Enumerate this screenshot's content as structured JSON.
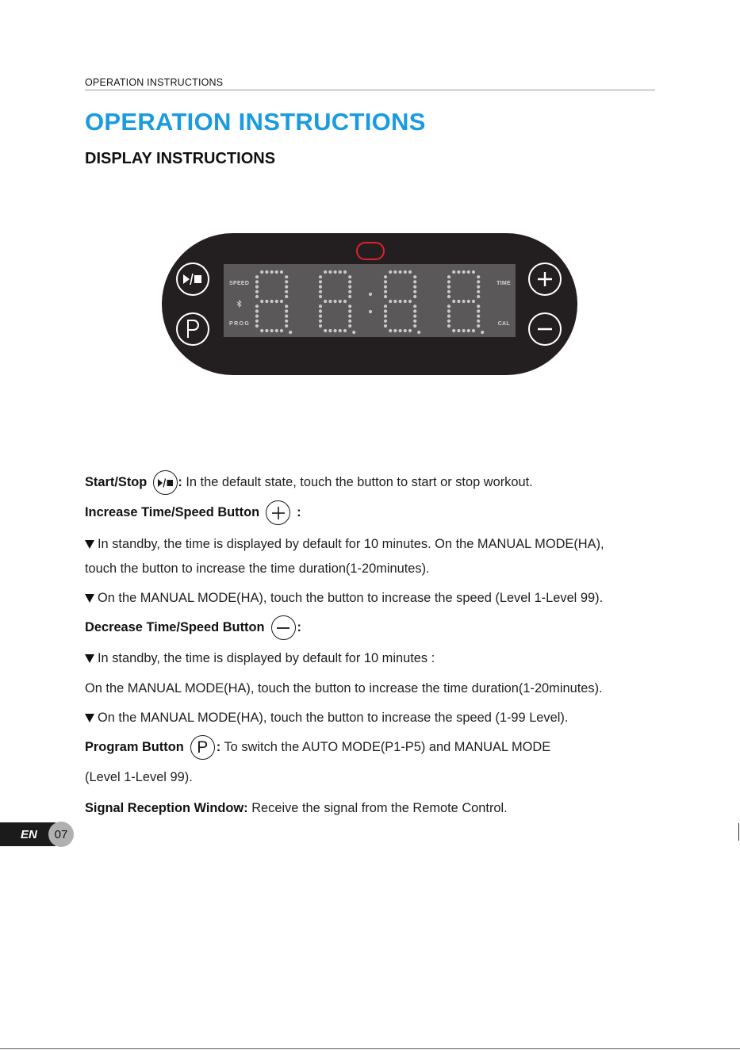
{
  "header": {
    "running_title": "OPERATION INSTRUCTIONS"
  },
  "title": "OPERATION INSTRUCTIONS",
  "subtitle": "DISPLAY INSTRUCTIONS",
  "panel": {
    "lcd_labels": {
      "speed": "SPEED",
      "prog": "PROG",
      "time": "TIME",
      "cal": "CAL"
    },
    "colors": {
      "panel_bg": "#231f20",
      "lcd_bg": "#5b5859",
      "signal_ring": "#e0202a",
      "title_blue": "#1a9be0"
    },
    "icons": {
      "start_stop": "play-stop-icon",
      "program": "p-letter-icon",
      "increase": "plus-icon",
      "decrease": "minus-icon",
      "bluetooth": "bluetooth-icon"
    },
    "program_glyph": "P"
  },
  "instructions": {
    "start_stop_label": "Start/Stop",
    "start_stop_colon": " :",
    "start_stop_text": " In the default state, touch the button to start or stop workout.",
    "increase_label": "Increase Time/Speed Button",
    "increase_colon": ":",
    "increase_line1": "In standby, the time is displayed by default for 10 minutes. On the MANUAL MODE(HA),",
    "increase_line2": "touch the button to increase the time duration(1-20minutes).",
    "increase_line3": "On the MANUAL MODE(HA), touch the button to increase the speed (Level 1-Level 99).",
    "decrease_label": "Decrease Time/Speed Button",
    "decrease_colon": ":",
    "decrease_line1": "In standby, the time is displayed by default for 10 minutes :",
    "decrease_line2": "On the MANUAL MODE(HA), touch the button to increase the time duration(1-20minutes).",
    "decrease_line3": "On the MANUAL MODE(HA), touch the button to increase the speed (1-99 Level).",
    "program_label": "Program Button",
    "program_colon": ":",
    "program_text": " To switch the AUTO MODE(P1-P5) and MANUAL MODE",
    "program_line2": "(Level 1-Level 99).",
    "signal_label": "Signal Reception Window:",
    "signal_text": " Receive the signal from the Remote Control."
  },
  "footer": {
    "language": "EN",
    "page": "07"
  }
}
